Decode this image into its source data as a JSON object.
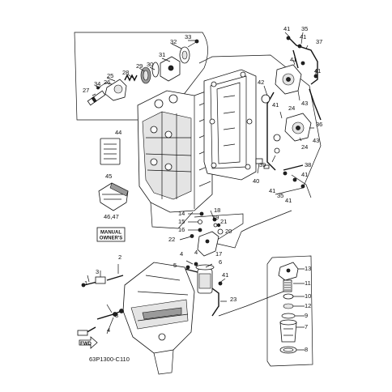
{
  "diagram": {
    "code": "63P1300-C110",
    "manual_label_line1": "MANUAL",
    "manual_label_line2": "OWNER'S",
    "fwd_label": "FWD",
    "callouts": [
      {
        "id": "c33",
        "text": "33"
      },
      {
        "id": "c32",
        "text": "32"
      },
      {
        "id": "c31",
        "text": "31"
      },
      {
        "id": "c30",
        "text": "30"
      },
      {
        "id": "c29",
        "text": "29"
      },
      {
        "id": "c28",
        "text": "28"
      },
      {
        "id": "c26",
        "text": "26"
      },
      {
        "id": "c25",
        "text": "25"
      },
      {
        "id": "c34",
        "text": "34"
      },
      {
        "id": "c27",
        "text": "27"
      },
      {
        "id": "c44",
        "text": "44"
      },
      {
        "id": "c45",
        "text": "45"
      },
      {
        "id": "c4647",
        "text": "46,47"
      },
      {
        "id": "c41a",
        "text": "41"
      },
      {
        "id": "c35a",
        "text": "35"
      },
      {
        "id": "c41b",
        "text": "41"
      },
      {
        "id": "c37",
        "text": "37"
      },
      {
        "id": "c41c",
        "text": "41"
      },
      {
        "id": "c41d",
        "text": "41"
      },
      {
        "id": "c42",
        "text": "42"
      },
      {
        "id": "c43a",
        "text": "43"
      },
      {
        "id": "c41e",
        "text": "41"
      },
      {
        "id": "c24a",
        "text": "24"
      },
      {
        "id": "c36",
        "text": "36"
      },
      {
        "id": "c43b",
        "text": "43"
      },
      {
        "id": "c24b",
        "text": "24"
      },
      {
        "id": "c39",
        "text": "39"
      },
      {
        "id": "c40",
        "text": "40"
      },
      {
        "id": "c38",
        "text": "38"
      },
      {
        "id": "c41f",
        "text": "41"
      },
      {
        "id": "c41g",
        "text": "41"
      },
      {
        "id": "c35b",
        "text": "35"
      },
      {
        "id": "c41h",
        "text": "41"
      },
      {
        "id": "c14",
        "text": "14"
      },
      {
        "id": "c18",
        "text": "18"
      },
      {
        "id": "c15",
        "text": "15"
      },
      {
        "id": "c19",
        "text": "19"
      },
      {
        "id": "c16",
        "text": "16"
      },
      {
        "id": "c21",
        "text": "21"
      },
      {
        "id": "c20",
        "text": "20"
      },
      {
        "id": "c22",
        "text": "22"
      },
      {
        "id": "c17",
        "text": "17"
      },
      {
        "id": "c4a",
        "text": "4"
      },
      {
        "id": "c5",
        "text": "5"
      },
      {
        "id": "c4b",
        "text": "4"
      },
      {
        "id": "c6",
        "text": "6"
      },
      {
        "id": "c41i",
        "text": "41"
      },
      {
        "id": "c23",
        "text": "23"
      },
      {
        "id": "c3a",
        "text": "3"
      },
      {
        "id": "c2",
        "text": "2"
      },
      {
        "id": "c1",
        "text": "1"
      },
      {
        "id": "c4c",
        "text": "4"
      },
      {
        "id": "c3b",
        "text": "3"
      },
      {
        "id": "c13",
        "text": "13"
      },
      {
        "id": "c11",
        "text": "11"
      },
      {
        "id": "c10",
        "text": "10"
      },
      {
        "id": "c12",
        "text": "12"
      },
      {
        "id": "c9",
        "text": "9"
      },
      {
        "id": "c7",
        "text": "7"
      },
      {
        "id": "c8",
        "text": "8"
      }
    ]
  }
}
